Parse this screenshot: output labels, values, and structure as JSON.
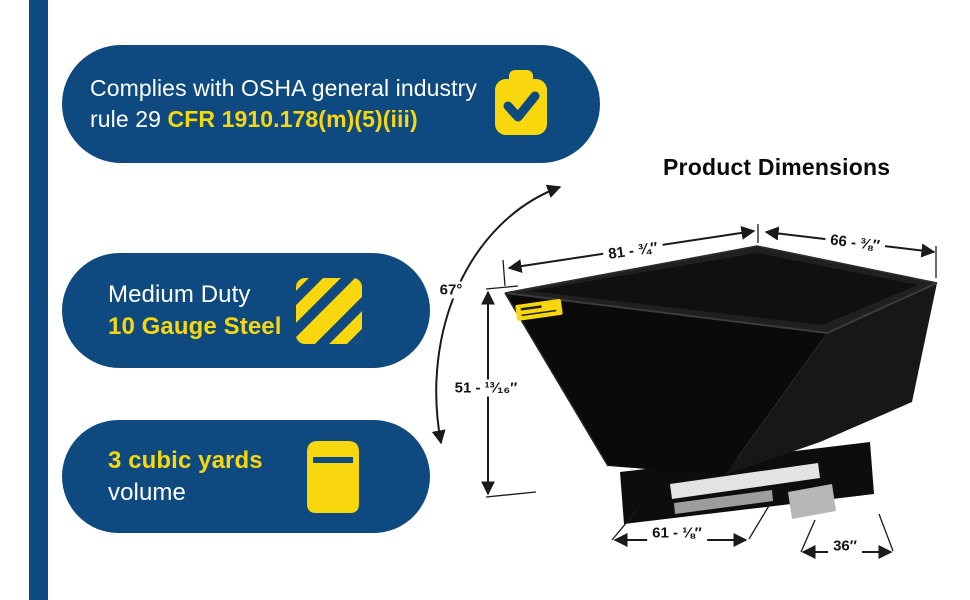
{
  "colors": {
    "navy": "#0e4a80",
    "yellow": "#f8d70e",
    "ink": "#151515"
  },
  "callouts": {
    "osha": {
      "line1": "Complies with OSHA general industry",
      "line2_plain": "rule 29 ",
      "line2_highlight": "CFR 1910.178(m)(5)(iii)",
      "icon": "clipboard-check-icon"
    },
    "duty": {
      "line1": "Medium Duty",
      "line2": "10 Gauge Steel",
      "icon": "diagonal-stripes-icon"
    },
    "volume": {
      "line1": "3 cubic yards",
      "line2": "volume",
      "icon": "container-icon"
    }
  },
  "product": {
    "title": "Product Dimensions",
    "dimensions": {
      "top_width": "81 - ¾″",
      "side_width": "66 - ⅜″",
      "dump_angle": "67°",
      "height": "51 - ¹³⁄₁₆″",
      "base_length": "61 - ⅛″",
      "base_width": "36″"
    }
  }
}
